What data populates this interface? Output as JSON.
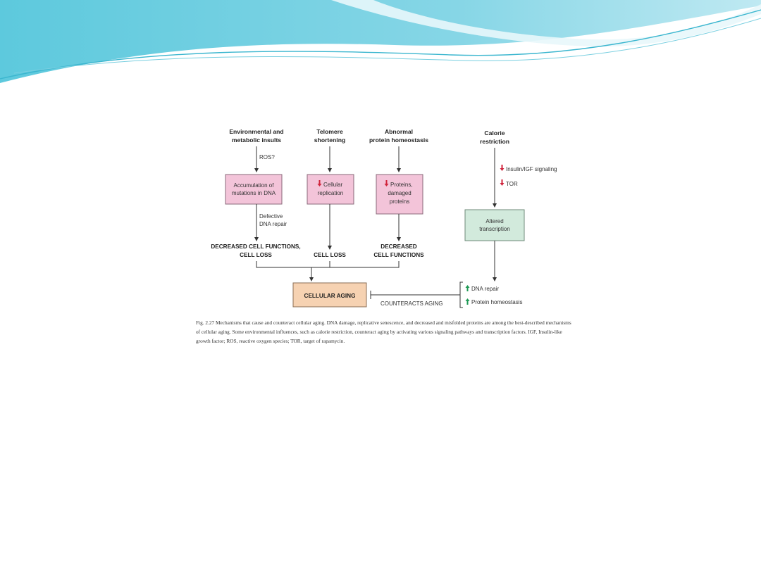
{
  "diagram": {
    "headers": {
      "environmental_line1": "Environmental and",
      "environmental_line2": "metabolic insults",
      "telomere_line1": "Telomere",
      "telomere_line2": "shortening",
      "protein_line1": "Abnormal",
      "protein_line2": "protein homeostasis",
      "calorie_line1": "Calorie",
      "calorie_line2": "restriction"
    },
    "edge_labels": {
      "ros": "ROS?",
      "defective_line1": "Defective",
      "defective_line2": "DNA repair",
      "insulin_signaling": "Insulin/IGF signaling",
      "tor": "TOR",
      "counteracts": "COUNTERACTS AGING"
    },
    "boxes": {
      "mutations_line1": "Accumulation of",
      "mutations_line2": "mutations in DNA",
      "replication_line1": "Cellular",
      "replication_line2": "replication",
      "proteins_line1": "Proteins,",
      "proteins_line2": "damaged",
      "proteins_line3": "proteins",
      "transcription_line1": "Altered",
      "transcription_line2": "transcription",
      "cellular_aging": "CELLULAR AGING"
    },
    "outcomes": {
      "decreased_functions_line1": "DECREASED CELL FUNCTIONS,",
      "decreased_functions_line2": "CELL LOSS",
      "cell_loss": "CELL LOSS",
      "decreased_line1": "DECREASED",
      "decreased_line2": "CELL FUNCTIONS"
    },
    "effects": {
      "dna_repair": "DNA repair",
      "protein_homeostasis": "Protein homeostasis"
    },
    "colors": {
      "pink_box": "#f3c4d9",
      "green_box": "#d2eadc",
      "orange_box": "#f6d2b2",
      "down_arrow": "#d0243c",
      "up_arrow": "#1f9a55"
    }
  },
  "caption": {
    "label": "Fig. 2.27",
    "text": "Mechanisms that cause and counteract cellular aging. DNA damage, replicative senescence, and decreased and misfolded proteins are among the best-described mechanisms of cellular aging. Some environmental influences, such as calorie restriction, counteract aging by activating various signaling pathways and transcription factors. IGF, Insulin-like growth factor; ROS, reactive oxygen species; TOR, target of rapamycin."
  }
}
